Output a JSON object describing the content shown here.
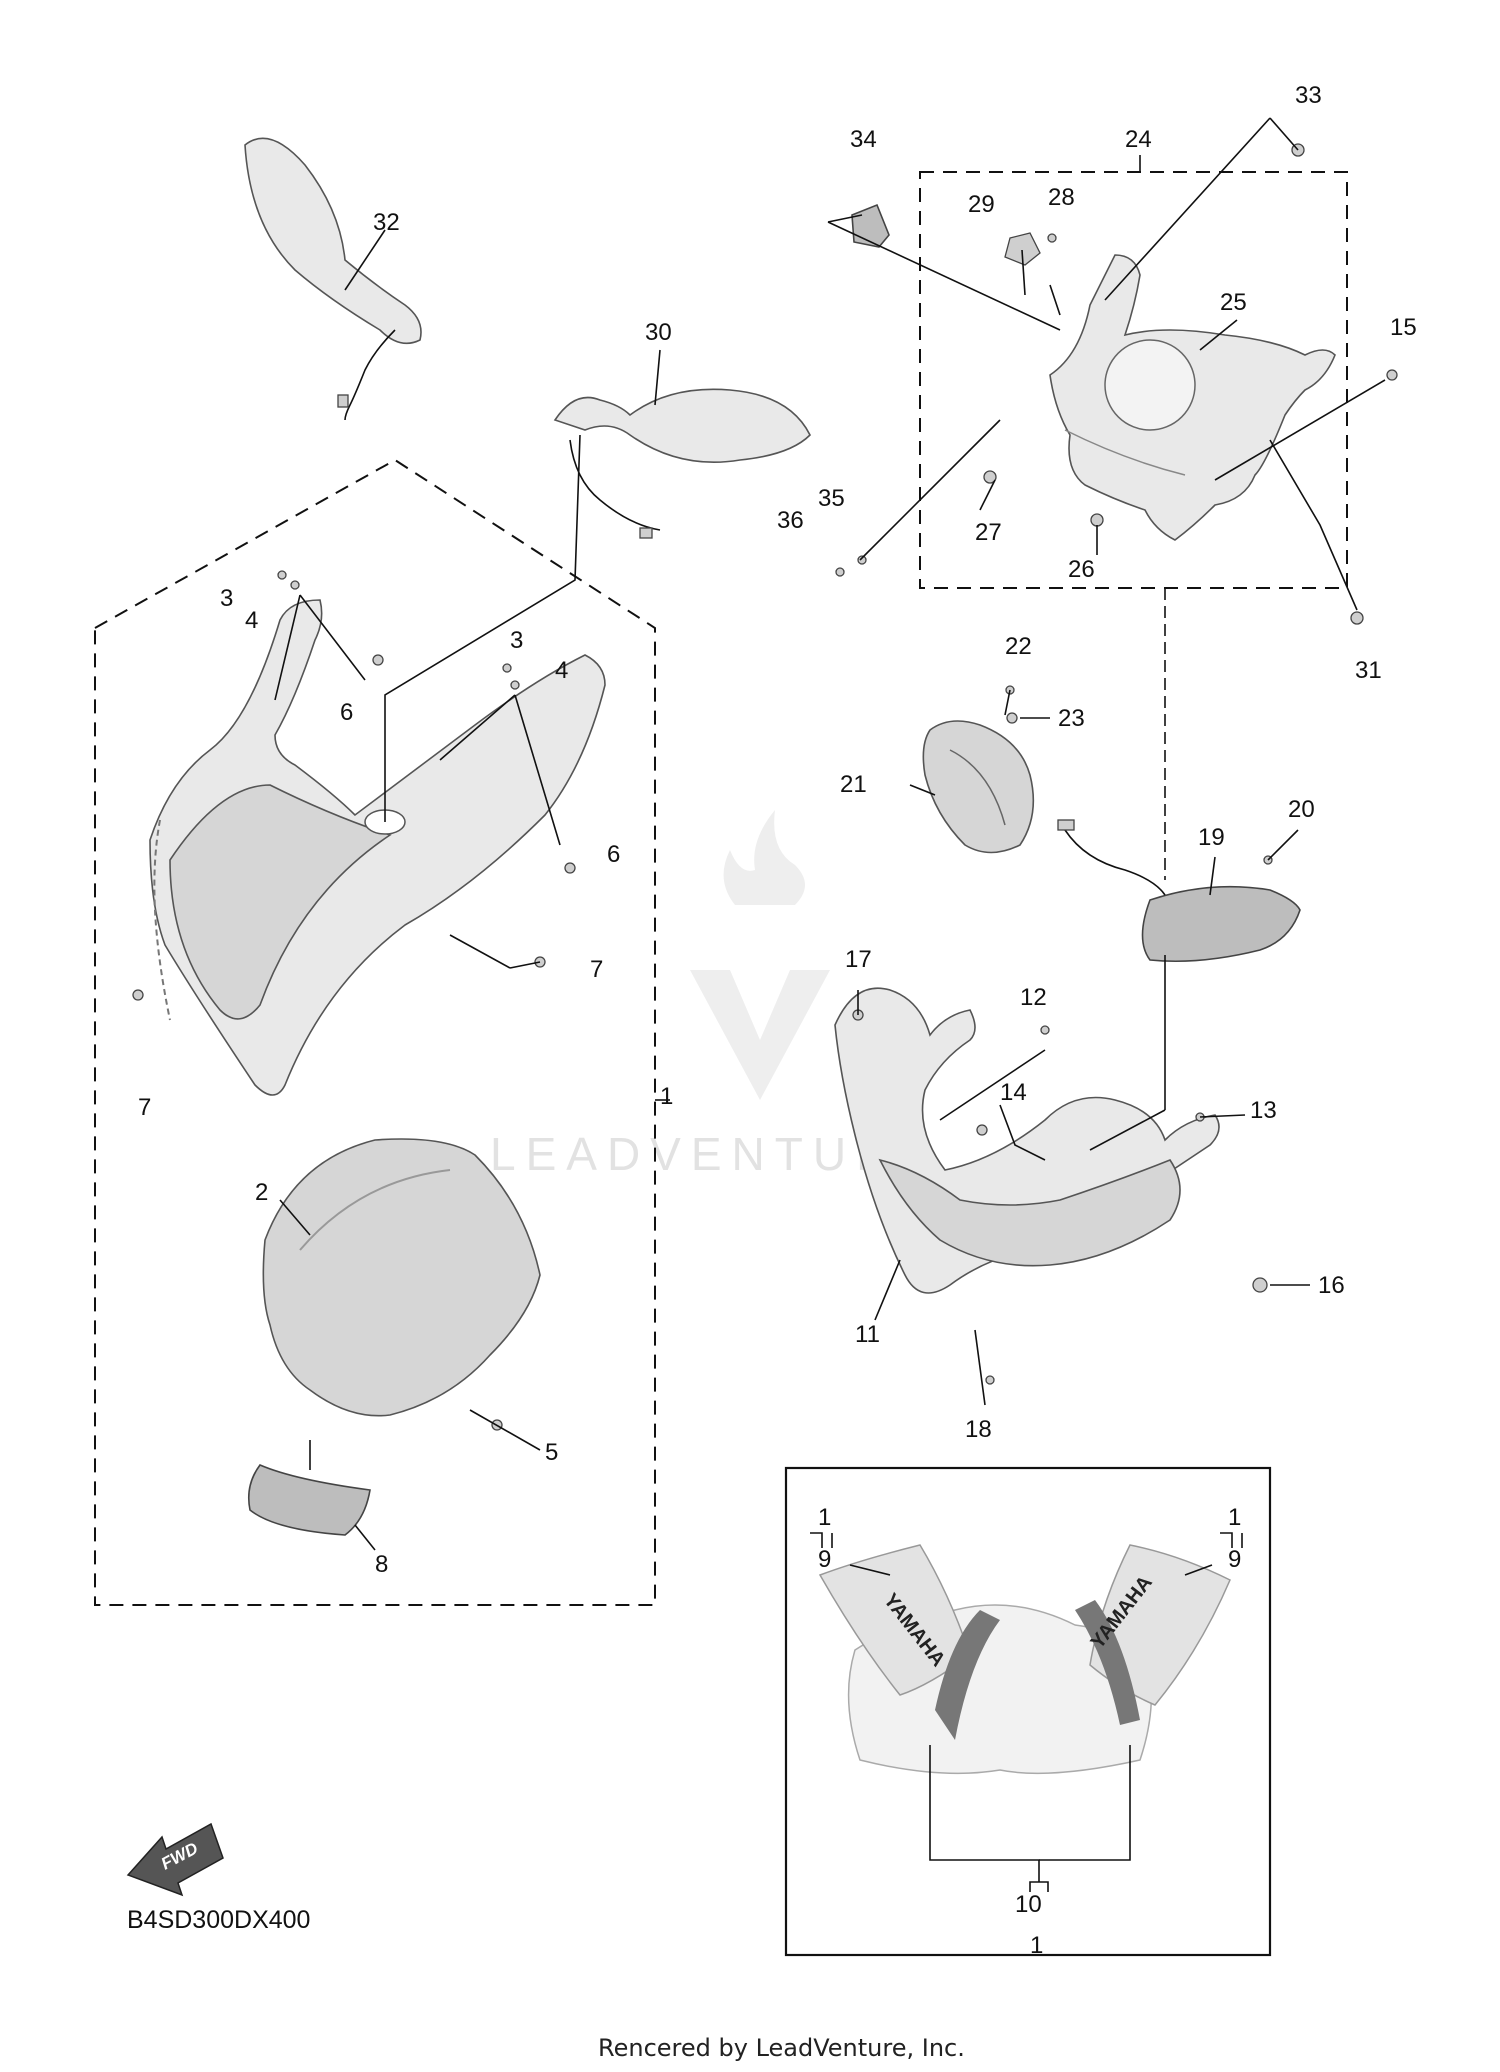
{
  "diagram": {
    "callouts": [
      "1",
      "2",
      "3",
      "4",
      "5",
      "6",
      "7",
      "8",
      "9",
      "10",
      "11",
      "12",
      "13",
      "14",
      "15",
      "16",
      "17",
      "18",
      "19",
      "20",
      "21",
      "22",
      "23",
      "24",
      "25",
      "26",
      "27",
      "28",
      "29",
      "30",
      "31",
      "32",
      "33",
      "34",
      "35",
      "36"
    ],
    "diagram_code": "B4SD300DX400",
    "fwd_label": "FWD",
    "decal_text": "YAMAHA",
    "watermark": "LEADVENTURE",
    "footer": "Rencered by LeadVenture, Inc."
  }
}
